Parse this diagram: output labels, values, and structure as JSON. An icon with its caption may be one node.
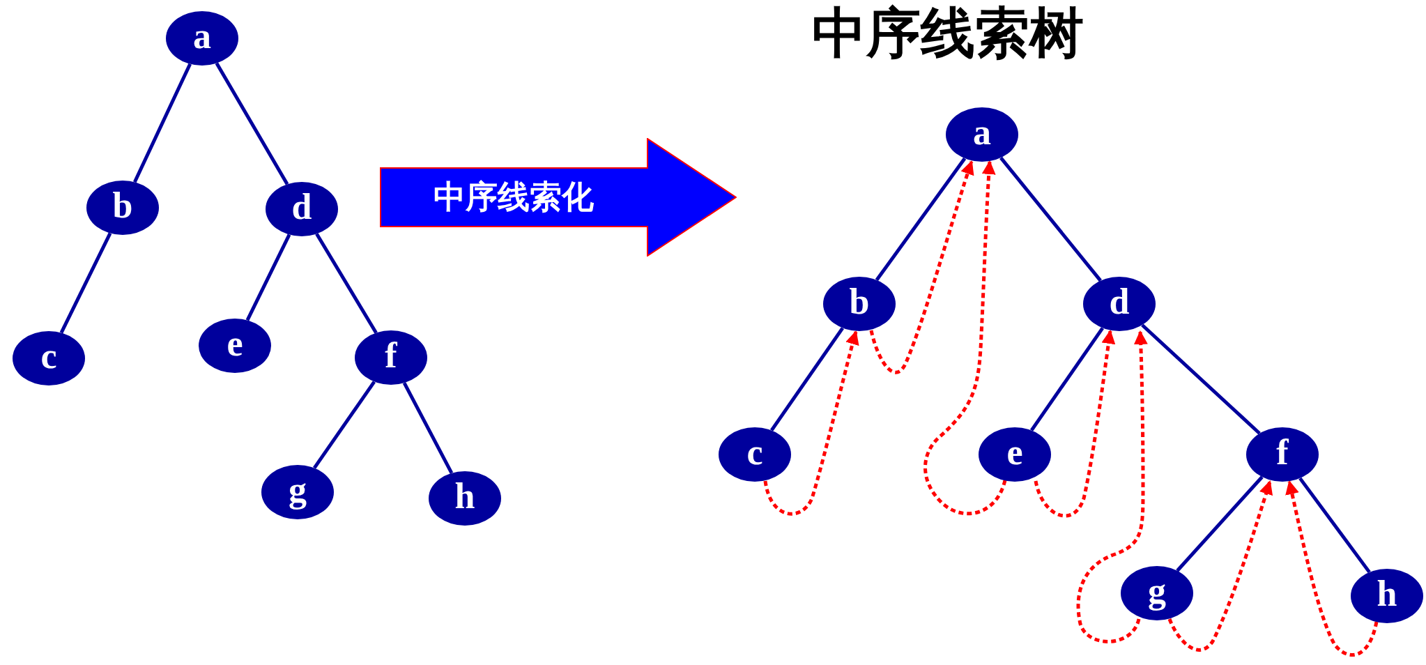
{
  "diagram": {
    "title": "中序线索树",
    "nodes": [
      {
        "text": [
          "a"
        ]
      },
      {
        "text": [
          "b"
        ]
      },
      {
        "text": [
          "d"
        ]
      },
      {
        "text": [
          "c"
        ]
      },
      {
        "text": [
          "e"
        ]
      },
      {
        "text": [
          "f"
        ]
      },
      {
        "text": [
          "g"
        ]
      },
      {
        "text": [
          "h"
        ]
      },
      {
        "text": [
          "中序线索化"
        ]
      },
      {
        "text": [
          "a"
        ]
      },
      {
        "text": [
          "b"
        ]
      },
      {
        "text": [
          "d"
        ]
      },
      {
        "text": [
          "c"
        ]
      },
      {
        "text": [
          "e"
        ]
      },
      {
        "text": [
          "f"
        ]
      },
      {
        "text": [
          "g"
        ]
      },
      {
        "text": [
          "h"
        ]
      }
    ],
    "edges": [
      {
        "from": 0,
        "to": 1,
        "arrow": "none"
      },
      {
        "from": 0,
        "to": 2,
        "arrow": "none"
      },
      {
        "from": 1,
        "to": 3,
        "arrow": "none"
      },
      {
        "from": 2,
        "to": 4,
        "arrow": "none"
      },
      {
        "from": 2,
        "to": 5,
        "arrow": "none"
      },
      {
        "from": 5,
        "to": 6,
        "arrow": "none"
      },
      {
        "from": 5,
        "to": 7,
        "arrow": "none"
      },
      {
        "from": 9,
        "to": 10,
        "arrow": "none"
      },
      {
        "from": 9,
        "to": 11,
        "arrow": "none"
      },
      {
        "from": 10,
        "to": 12,
        "arrow": "none"
      },
      {
        "from": 11,
        "to": 13,
        "arrow": "none"
      },
      {
        "from": 11,
        "to": 14,
        "arrow": "none"
      },
      {
        "from": 14,
        "to": 15,
        "arrow": "none"
      },
      {
        "from": 14,
        "to": 16,
        "arrow": "none"
      },
      {
        "from": 12,
        "to": 10,
        "arrow": "to",
        "style": "dashed",
        "color": "#ff0000"
      },
      {
        "from": 10,
        "to": 9,
        "arrow": "to",
        "style": "dashed",
        "color": "#ff0000"
      },
      {
        "from": 13,
        "to": 9,
        "arrow": "to",
        "style": "dashed",
        "color": "#ff0000"
      },
      {
        "from": 13,
        "to": 11,
        "arrow": "to",
        "style": "dashed",
        "color": "#ff0000"
      },
      {
        "from": 15,
        "to": 11,
        "arrow": "to",
        "style": "dashed",
        "color": "#ff0000"
      },
      {
        "from": 15,
        "to": 14,
        "arrow": "to",
        "style": "dashed",
        "color": "#ff0000"
      },
      {
        "from": 16,
        "to": 14,
        "arrow": "to",
        "style": "dashed",
        "color": "#ff0000"
      }
    ]
  }
}
